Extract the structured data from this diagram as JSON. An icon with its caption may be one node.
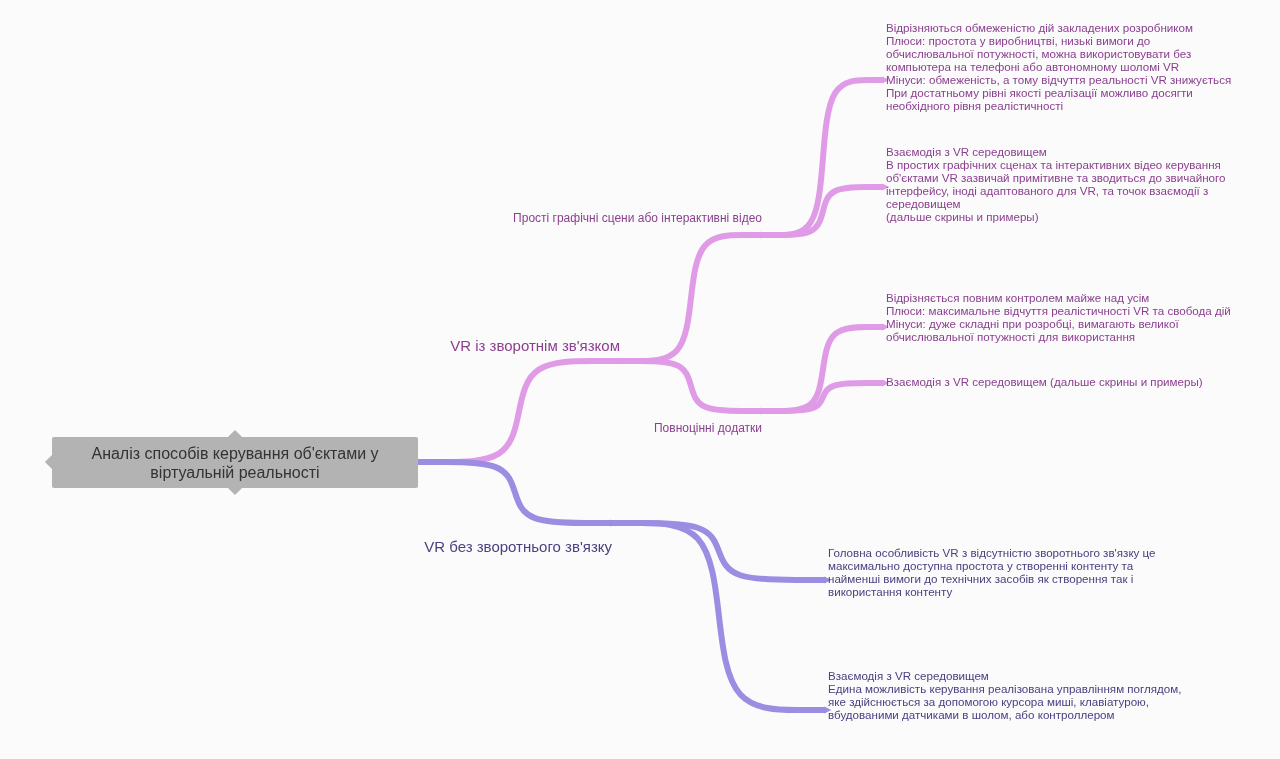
{
  "diagram": {
    "nodes": [
      {
        "text": [
          "Аналіз способів керування об'єктами у віртуальній реальності"
        ]
      },
      {
        "text": [
          "VR із зворотнім зв'язком"
        ]
      },
      {
        "text": [
          "Прості графічні сцени або інтерактивні відео"
        ]
      },
      {
        "text": [
          "Відрізняються обмеженістю дій закладених розробником",
          "Плюси: простота у виробництві, низькі вимоги до обчислювальної потужності, можна використовувати без компьютера на телефоні або автономному шоломі VR",
          "Мінуси: обмеженість, а тому відчуття реальності VR знижується",
          "При достатньому рівні якості реалізації можливо досягти необхідного рівня реалістичності"
        ]
      },
      {
        "text": [
          "Взаємодія з VR середовищем",
          "В простих графічних сценах та інтерактивних відео керування об'єктами VR зазвичай примітивне та зводиться до звичайного інтерфейсу, іноді адаптованого для VR, та точок взаємодії з середовищем",
          "(дальше скрины и примеры)"
        ]
      },
      {
        "text": [
          "Повноцінні додатки"
        ]
      },
      {
        "text": [
          "Відрізняється повним контролем майже над усім",
          "Плюси: максимальне відчуття реалістичності VR та свобода дій",
          "Мінуси: дуже складні при розробці, вимагають великої обчислювальної потужності для використання"
        ]
      },
      {
        "text": [
          "Взаємодія з VR середовищем (дальше скрины и примеры)"
        ]
      },
      {
        "text": [
          "VR без зворотнього зв'язку"
        ]
      },
      {
        "text": [
          "Головна особливість VR з відсутністю зворотнього зв'язку це максимально доступна простота у створенні контенту та найменші вимоги до технічних засобів як створення так і використання контенту"
        ]
      },
      {
        "text": [
          "Взаємодія з VR середовищем",
          "Едина можливість керування реалізована управлінням поглядом, яке здійснюється за допомогою курсора миші, клавіатурою, вбудованими датчиками в шолом, або контроллером"
        ]
      }
    ],
    "edges": [
      {
        "from": 0,
        "to": 1,
        "arrow": "to"
      },
      {
        "from": 1,
        "to": 2,
        "arrow": "to"
      },
      {
        "from": 2,
        "to": 3,
        "arrow": "to"
      },
      {
        "from": 2,
        "to": 4,
        "arrow": "to"
      },
      {
        "from": 1,
        "to": 5,
        "arrow": "to"
      },
      {
        "from": 5,
        "to": 6,
        "arrow": "to"
      },
      {
        "from": 5,
        "to": 7,
        "arrow": "to"
      },
      {
        "from": 0,
        "to": 8,
        "arrow": "to",
        "color": "#9a8de2"
      },
      {
        "from": 8,
        "to": 9,
        "arrow": "to",
        "color": "#9a8de2"
      },
      {
        "from": 8,
        "to": 10,
        "arrow": "to",
        "color": "#9a8de2"
      }
    ]
  }
}
